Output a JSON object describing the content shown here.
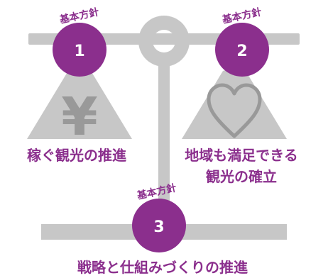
{
  "colors": {
    "purple": "#8b2f8d",
    "gray": "#c7c7c7",
    "gray_icon": "#999999",
    "white": "#ffffff"
  },
  "policies": [
    {
      "tag": "基本方針",
      "number": "1",
      "icon": "yen-icon",
      "title_lines": [
        "稼ぐ観光の推進"
      ]
    },
    {
      "tag": "基本方針",
      "number": "2",
      "icon": "heart-icon",
      "title_lines": [
        "地域も満足できる",
        "観光の確立"
      ]
    },
    {
      "tag": "基本方針",
      "number": "3",
      "icon": "",
      "title_lines": [
        "戦略と仕組みづくりの推進"
      ]
    }
  ],
  "icons": {
    "yen": "¥"
  }
}
